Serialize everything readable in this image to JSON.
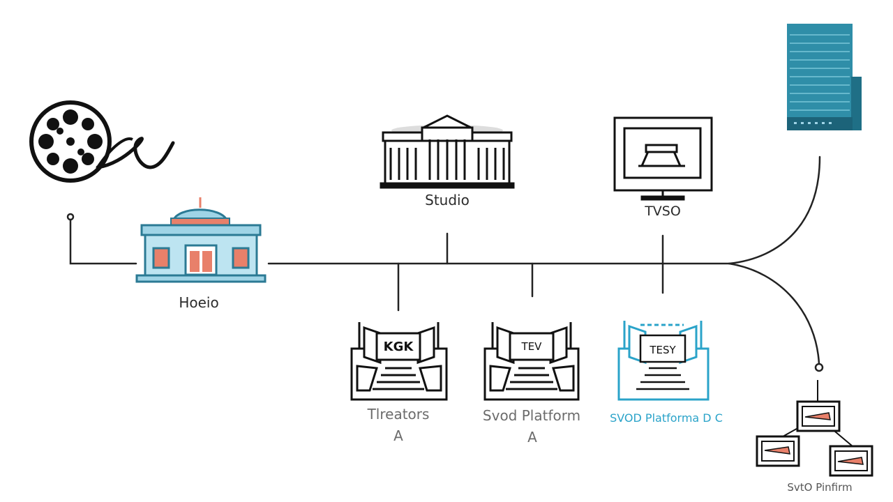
{
  "nodes": {
    "hoeio": {
      "label": "Hoeio"
    },
    "studio": {
      "label": "Studio"
    },
    "tvso": {
      "label": "TVSO",
      "screen_text": ""
    },
    "theaters": {
      "label": "Tlreators",
      "sub": "A",
      "sign_text": "KGK"
    },
    "svod_a": {
      "label": "Svod Platform",
      "sub": "A",
      "sign_text": "TEV"
    },
    "svod_c": {
      "label": "SVOD Platforma D C",
      "sign_text": "TESY"
    },
    "svod_cluster": {
      "label": "SvtO Pinfirm"
    }
  },
  "colors": {
    "line": "#222222",
    "teal": "#2b8fa6",
    "accent": "#e8806a",
    "light_blue": "#9fd4e6",
    "highlight_blue": "#2aa3c9"
  }
}
